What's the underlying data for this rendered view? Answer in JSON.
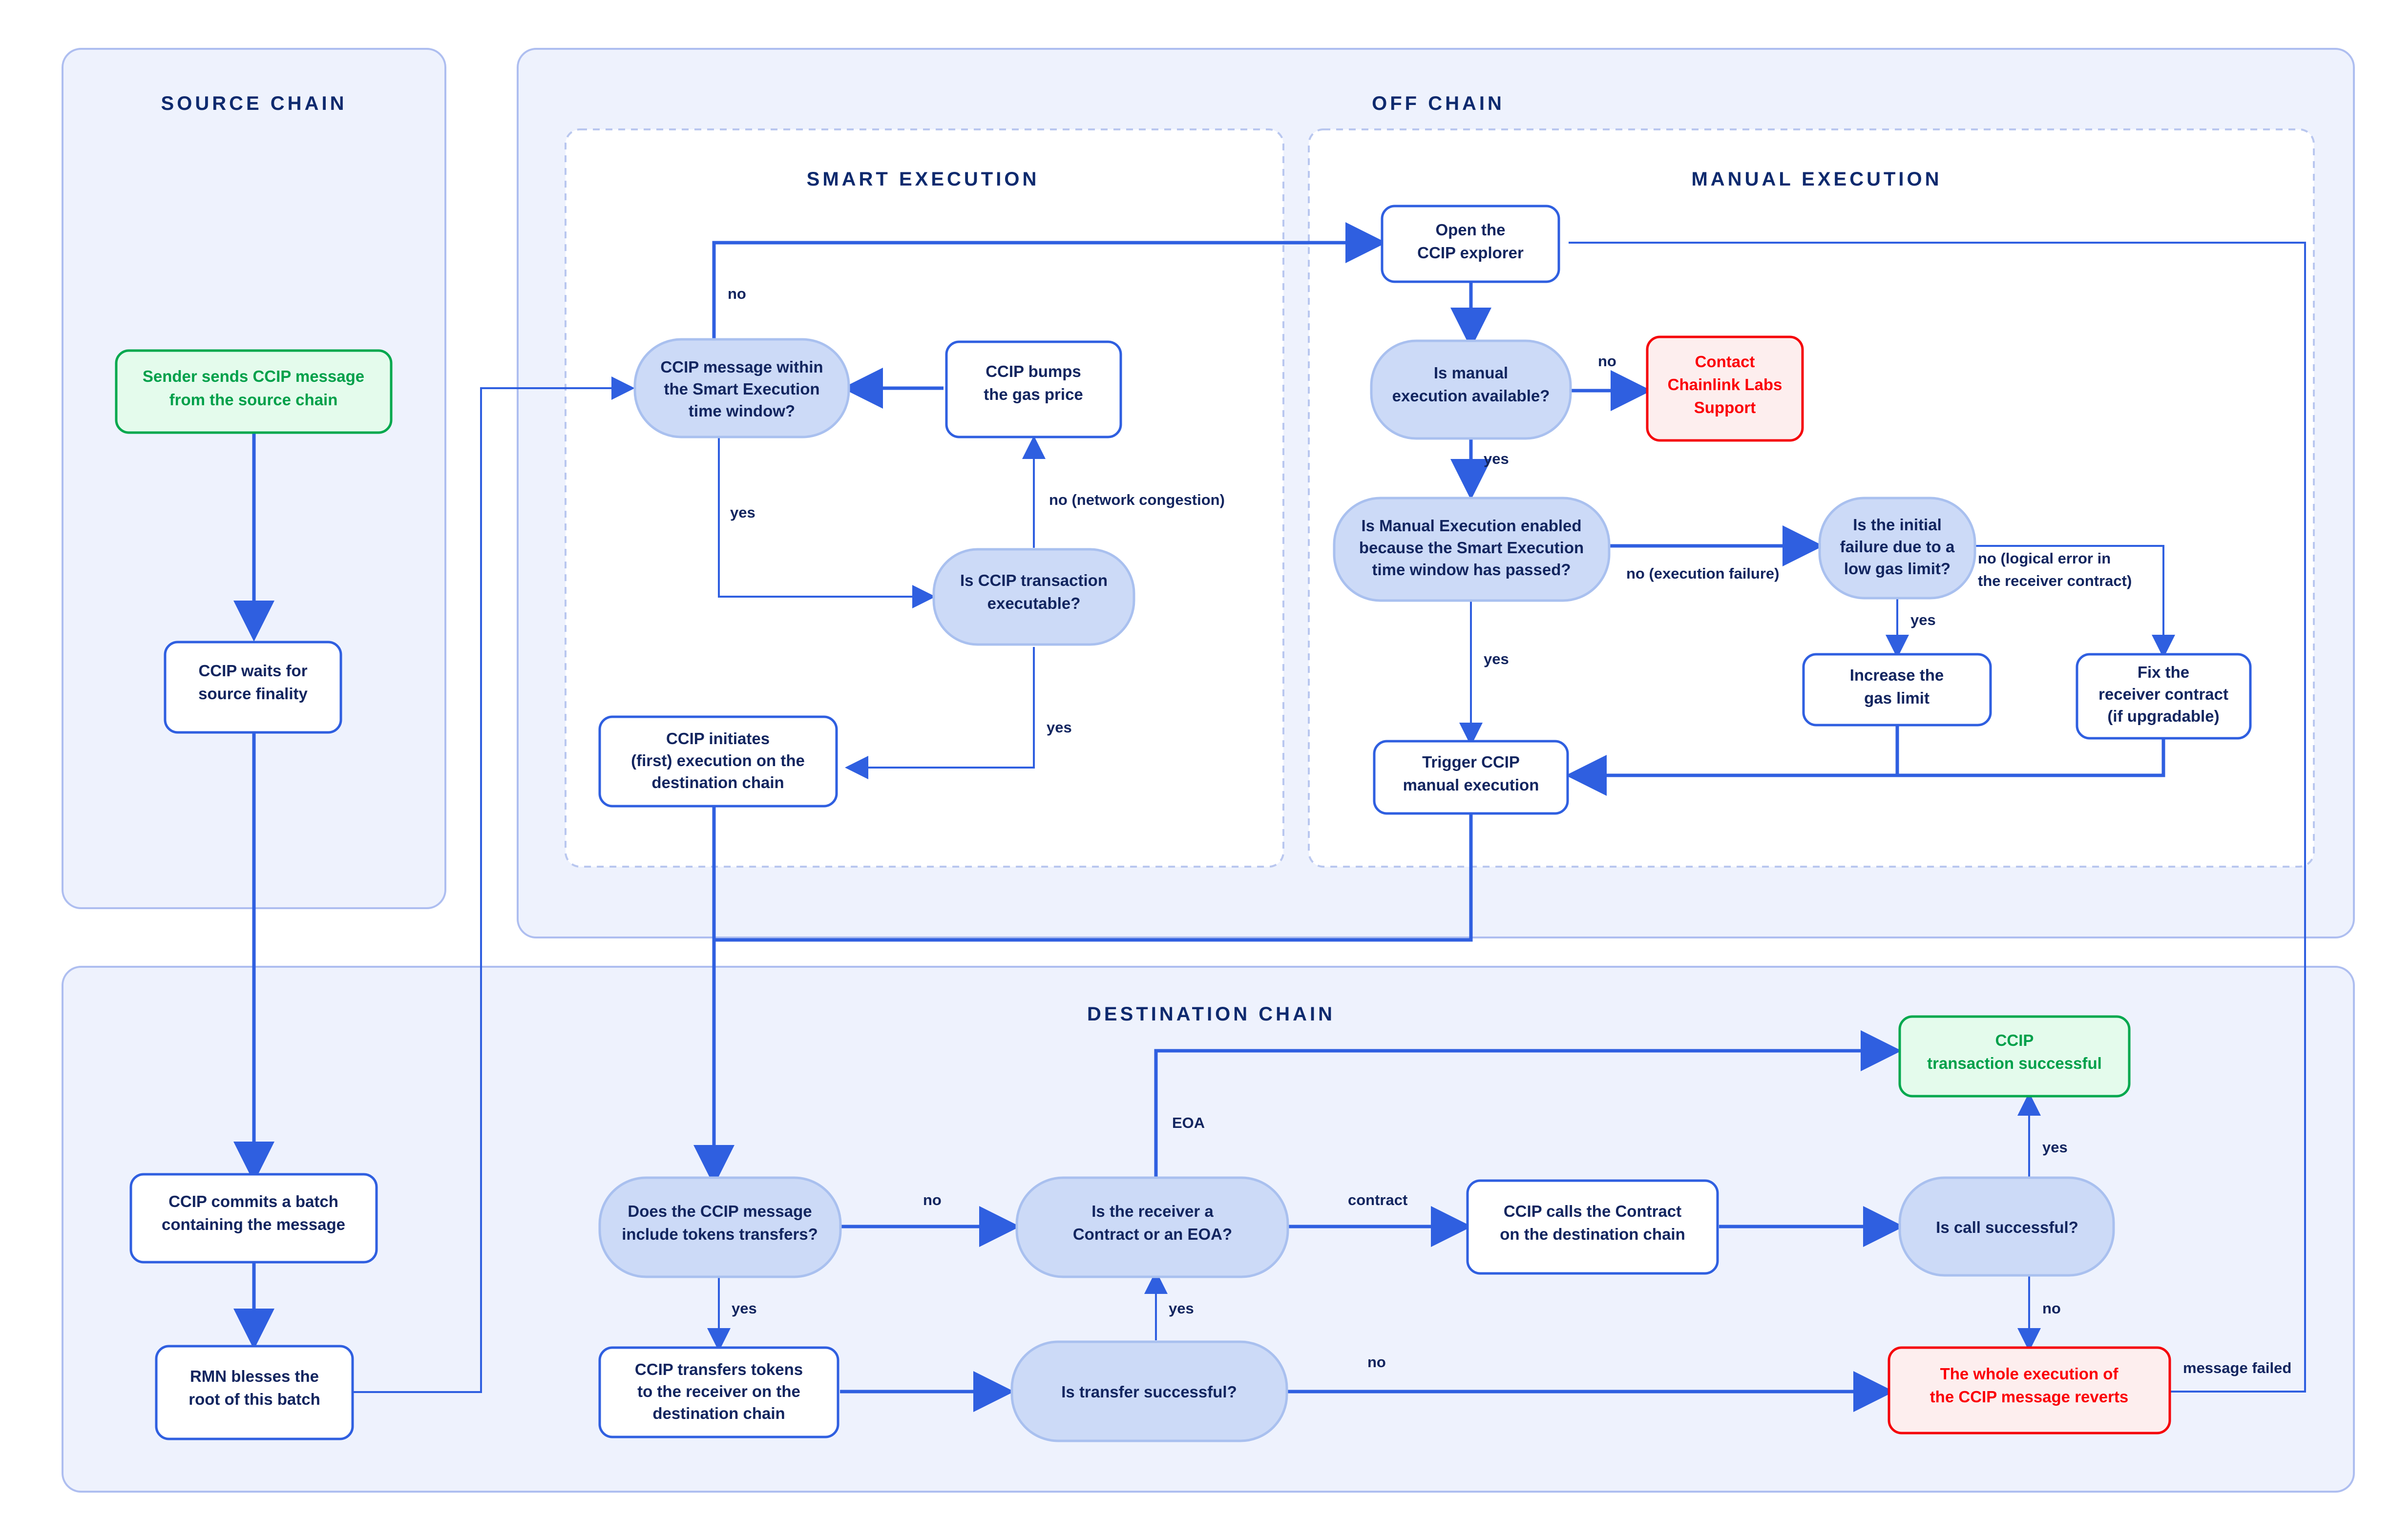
{
  "lanes": [
    {
      "id": "source-chain",
      "title": "SOURCE CHAIN"
    },
    {
      "id": "off-chain",
      "title": "OFF CHAIN"
    },
    {
      "id": "destination-chain",
      "title": "DESTINATION CHAIN"
    }
  ],
  "subgroups": [
    {
      "id": "smart-execution",
      "title": "SMART EXECUTION"
    },
    {
      "id": "manual-execution",
      "title": "MANUAL EXECUTION"
    }
  ],
  "nodes": {
    "sender_sends": {
      "lines": [
        "Sender sends CCIP message",
        "from the source chain"
      ],
      "shape": "process",
      "color": "green"
    },
    "waits_finality": {
      "lines": [
        "CCIP waits for",
        "source finality"
      ],
      "shape": "process",
      "color": "blue"
    },
    "commits_batch": {
      "lines": [
        "CCIP commits a batch",
        "containing the message"
      ],
      "shape": "process",
      "color": "blue"
    },
    "rmn_blesses": {
      "lines": [
        "RMN blesses the",
        "root of this batch"
      ],
      "shape": "process",
      "color": "blue"
    },
    "within_window": {
      "lines": [
        "CCIP message within",
        "the Smart Execution",
        "time window?"
      ],
      "shape": "decision",
      "color": "blue"
    },
    "bumps_gas": {
      "lines": [
        "CCIP bumps",
        "the gas price"
      ],
      "shape": "process",
      "color": "blue"
    },
    "is_executable": {
      "lines": [
        "Is CCIP transaction",
        "executable?"
      ],
      "shape": "decision",
      "color": "blue"
    },
    "initiates_exec": {
      "lines": [
        "CCIP initiates",
        "(first) execution on the",
        "destination chain"
      ],
      "shape": "process",
      "color": "blue"
    },
    "open_explorer": {
      "lines": [
        "Open the",
        "CCIP explorer"
      ],
      "shape": "process",
      "color": "blue"
    },
    "manual_available": {
      "lines": [
        "Is manual",
        "execution available?"
      ],
      "shape": "decision",
      "color": "blue"
    },
    "contact_support": {
      "lines": [
        "Contact",
        "Chainlink Labs",
        "Support"
      ],
      "shape": "process",
      "color": "red"
    },
    "manual_enabled": {
      "lines": [
        "Is Manual Execution enabled",
        "because the Smart Execution",
        "time window has passed?"
      ],
      "shape": "decision",
      "color": "blue"
    },
    "initial_failure": {
      "lines": [
        "Is the initial",
        "failure due to a",
        "low gas limit?"
      ],
      "shape": "decision",
      "color": "blue"
    },
    "increase_gas": {
      "lines": [
        "Increase the",
        "gas limit"
      ],
      "shape": "process",
      "color": "blue"
    },
    "fix_receiver": {
      "lines": [
        "Fix the",
        "receiver contract",
        "(if upgradable)"
      ],
      "shape": "process",
      "color": "blue"
    },
    "trigger_manual": {
      "lines": [
        "Trigger CCIP",
        "manual execution"
      ],
      "shape": "process",
      "color": "blue"
    },
    "includes_tokens": {
      "lines": [
        "Does the CCIP message",
        "include tokens transfers?"
      ],
      "shape": "decision",
      "color": "blue"
    },
    "transfers_tokens": {
      "lines": [
        "CCIP transfers tokens",
        "to the receiver on the",
        "destination chain"
      ],
      "shape": "process",
      "color": "blue"
    },
    "transfer_ok": {
      "lines": [
        "Is transfer successful?"
      ],
      "shape": "decision",
      "color": "blue"
    },
    "receiver_kind": {
      "lines": [
        "Is the receiver a",
        "Contract or an EOA?"
      ],
      "shape": "decision",
      "color": "blue"
    },
    "calls_contract": {
      "lines": [
        "CCIP calls the Contract",
        "on the destination chain"
      ],
      "shape": "process",
      "color": "blue"
    },
    "call_ok": {
      "lines": [
        "Is call successful?"
      ],
      "shape": "decision",
      "color": "blue"
    },
    "tx_success": {
      "lines": [
        "CCIP",
        "transaction successful"
      ],
      "shape": "process",
      "color": "green"
    },
    "reverts": {
      "lines": [
        "The whole execution of",
        "the CCIP message reverts"
      ],
      "shape": "process",
      "color": "red"
    }
  },
  "edge_labels": {
    "no_top_loop": "no",
    "yes_window": "yes",
    "no_congestion": "no (network congestion)",
    "yes_executable": "yes",
    "no_manual": "no",
    "yes_manual": "yes",
    "no_execution_failure": "no (execution failure)",
    "no_logical_error": "no (logical error in\nthe receiver contract)",
    "no_logical_error_l1": "no (logical error in",
    "no_logical_error_l2": "the receiver contract)",
    "yes_gas_limit": "yes",
    "yes_manual_enabled": "yes",
    "no_tokens": "no",
    "yes_tokens": "yes",
    "yes_transfer": "yes",
    "no_transfer": "no",
    "eoa": "EOA",
    "contract": "contract",
    "yes_call": "yes",
    "no_call": "no",
    "message_failed": "message failed"
  },
  "colors": {
    "lane_fill": "#eef2fd",
    "lane_stroke": "#aebef0",
    "decision_fill": "#ccdaf7",
    "process_stroke": "#2f5fe0",
    "text_blue": "#12255f",
    "success_green": "#00a04a",
    "error_red": "#fb0007",
    "link": "#2f5fe0"
  }
}
